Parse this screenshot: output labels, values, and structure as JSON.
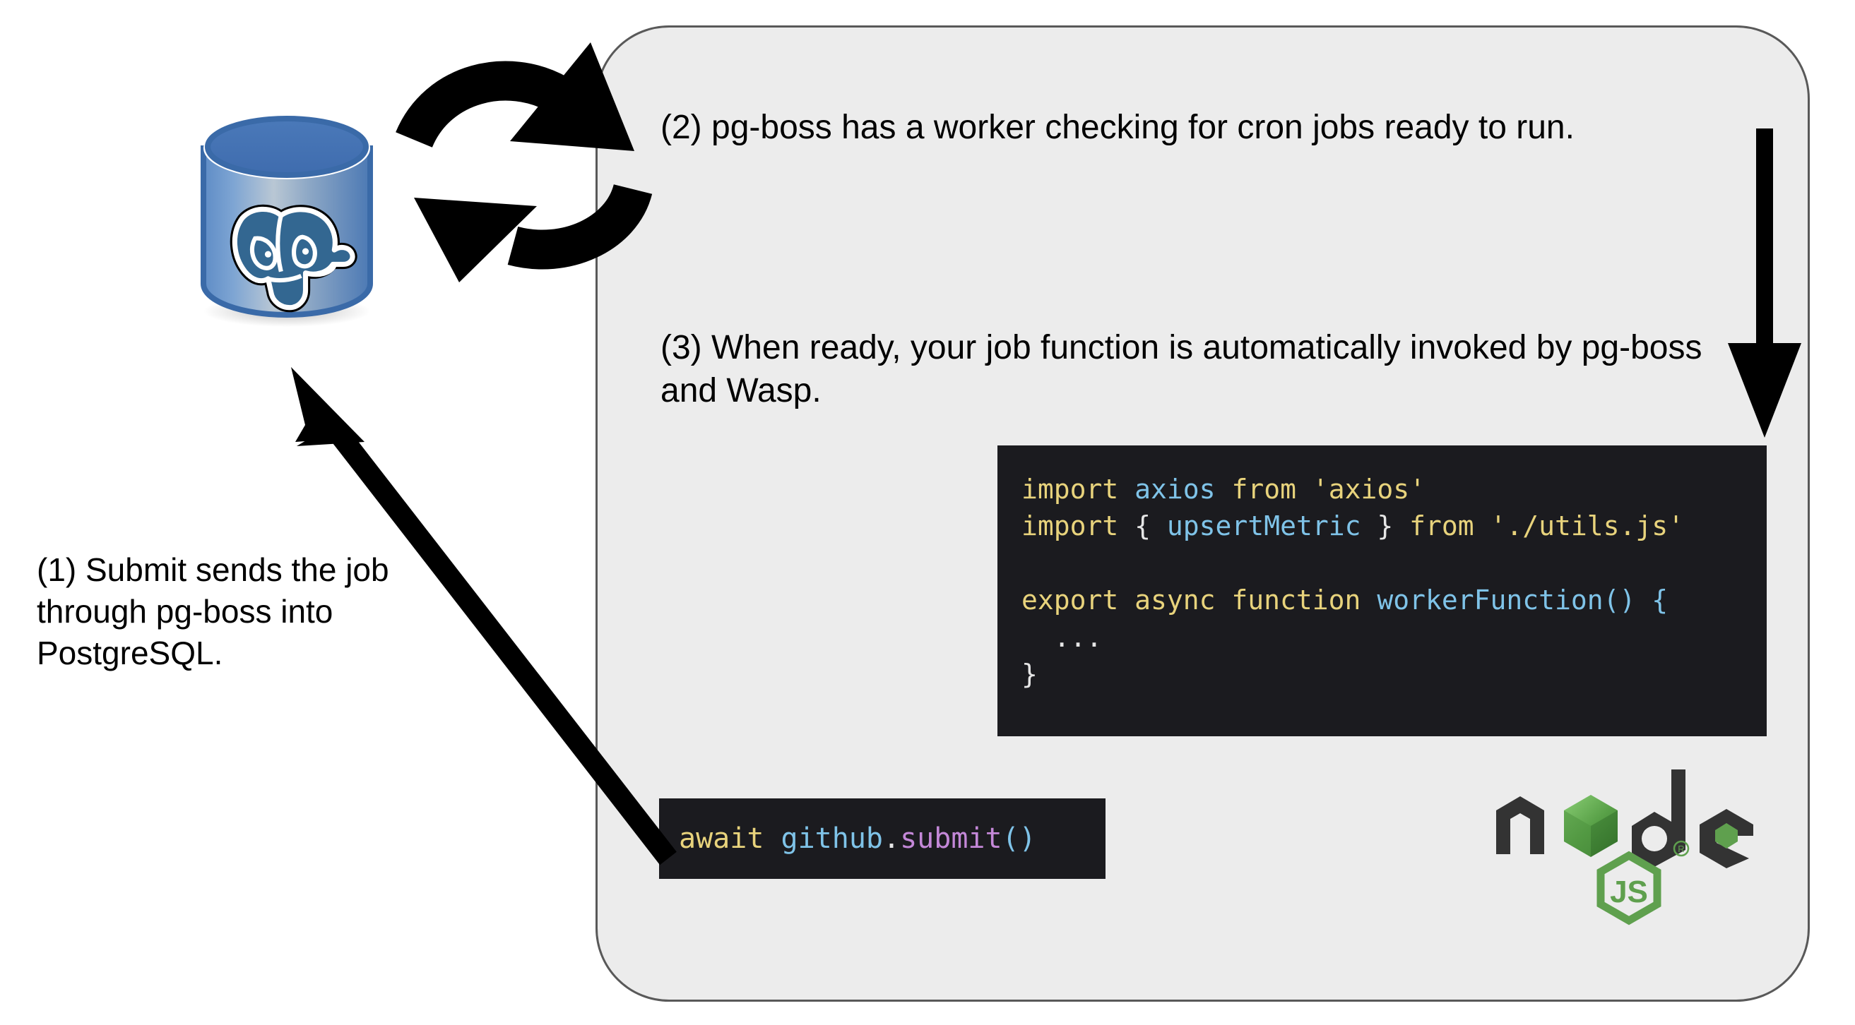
{
  "panel": {
    "name": "wasp-job-flow-panel",
    "background_color": "#ececec",
    "border_color": "#595959"
  },
  "steps": [
    {
      "id": "step-1",
      "label": "(1) Submit sends the job through pg-boss into PostgreSQL.",
      "position": "outside-left"
    },
    {
      "id": "step-2",
      "label": "(2) pg-boss has a worker checking for cron jobs ready to run.",
      "position": "panel-top"
    },
    {
      "id": "step-3",
      "label": "(3) When ready, your job function is automatically invoked by pg-boss and Wasp.",
      "position": "panel-middle"
    }
  ],
  "code_main": {
    "name": "worker-function-code",
    "background_color": "#1b1b1f",
    "lines": [
      [
        {
          "text": "import ",
          "token": "keyword"
        },
        {
          "text": "axios ",
          "token": "ident"
        },
        {
          "text": "from ",
          "token": "keyword"
        },
        {
          "text": "'axios'",
          "token": "string"
        }
      ],
      [
        {
          "text": "import ",
          "token": "keyword"
        },
        {
          "text": "{ ",
          "token": "punct"
        },
        {
          "text": "upsertMetric ",
          "token": "ident"
        },
        {
          "text": "} ",
          "token": "punct"
        },
        {
          "text": "from ",
          "token": "keyword"
        },
        {
          "text": "'./utils.js'",
          "token": "string"
        }
      ],
      [],
      [
        {
          "text": "export async function ",
          "token": "keyword"
        },
        {
          "text": "workerFunction",
          "token": "ident"
        },
        {
          "text": "() {",
          "token": "paren"
        }
      ],
      [
        {
          "text": "  ...",
          "token": "plain"
        }
      ],
      [
        {
          "text": "}",
          "token": "plain"
        }
      ]
    ],
    "plain_text": "import axios from 'axios'\nimport { upsertMetric } from './utils.js'\n\nexport async function workerFunction() {\n  ...\n}"
  },
  "code_submit": {
    "name": "submit-call-code",
    "background_color": "#1b1b1f",
    "tokens": [
      {
        "text": "await ",
        "token": "keyword"
      },
      {
        "text": "github",
        "token": "ident"
      },
      {
        "text": ".",
        "token": "punct"
      },
      {
        "text": "submit",
        "token": "method"
      },
      {
        "text": "()",
        "token": "paren"
      }
    ],
    "plain_text": "await github.submit()"
  },
  "logos": {
    "postgres": {
      "name": "postgresql-database-cylinder",
      "alt": "PostgreSQL database cylinder with elephant",
      "cylinder_color": "#4f7fbf",
      "cylinder_top_color": "#3e6fb0",
      "elephant_color": "#336791"
    },
    "node": {
      "name": "nodejs-logo",
      "alt": "Node.js logo",
      "dark_color": "#333333",
      "green_color": "#5fa04e",
      "wordmark": "node",
      "badge_text": "JS",
      "registered_mark": "®"
    }
  },
  "arrows": [
    {
      "name": "submit-to-database-arrow",
      "direction": "up-left",
      "description": "(1) submit call into PostgreSQL"
    },
    {
      "name": "sync-cycle-arrows",
      "direction": "circular",
      "description": "(2) pg-boss worker polls the database"
    },
    {
      "name": "invoke-down-arrow",
      "direction": "down",
      "description": "(3) job function invoked"
    }
  ]
}
